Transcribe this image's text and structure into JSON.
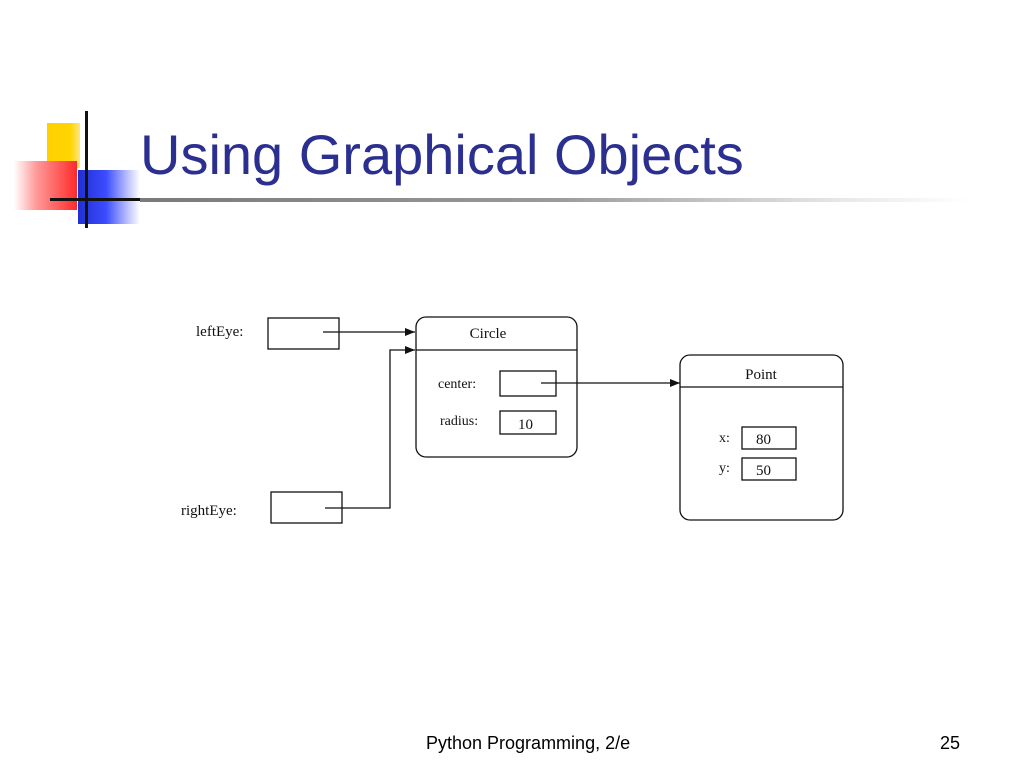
{
  "slide": {
    "title": "Using Graphical Objects",
    "footer_text": "Python Programming, 2/e",
    "page_number": "25"
  },
  "diagram": {
    "variables": {
      "left_eye": "leftEye:",
      "right_eye": "rightEye:"
    },
    "circle": {
      "class_name": "Circle",
      "center_label": "center:",
      "radius_label": "radius:",
      "radius_value": "10"
    },
    "point": {
      "class_name": "Point",
      "x_label": "x:",
      "x_value": "80",
      "y_label": "y:",
      "y_value": "50"
    }
  }
}
